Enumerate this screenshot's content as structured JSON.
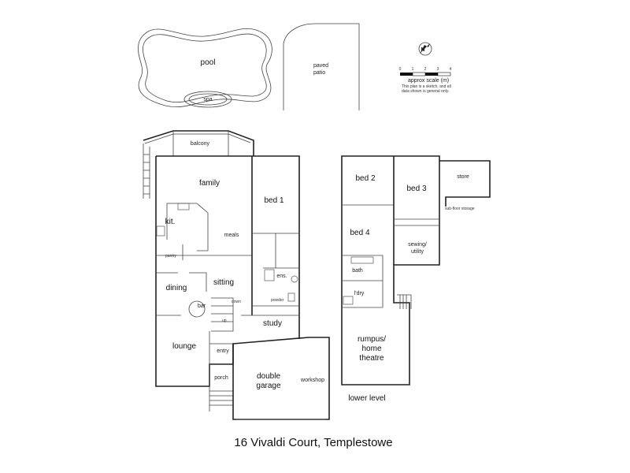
{
  "title": "16 Vivaldi Court, Templestowe",
  "outdoor": {
    "pool": "pool",
    "spa": "spa",
    "patio_line1": "paved",
    "patio_line2": "patio"
  },
  "scale": {
    "ticks": [
      "0",
      "1",
      "2",
      "3",
      "4"
    ],
    "caption": "approx  scale (m)",
    "disclaimer_line1": "This plan is a sketch, and all",
    "disclaimer_line2": "data shown is general only."
  },
  "upper": {
    "balcony": "balcony",
    "family": "family",
    "kitchen": "kit.",
    "meals": "meals",
    "pantry": "pantry",
    "bed1": "bed 1",
    "ensuite": "ens.",
    "powder": "powder",
    "dining": "dining",
    "sitting": "sitting",
    "bar": "bar",
    "down": "down",
    "up": "up",
    "lounge": "lounge",
    "study": "study",
    "entry": "entry",
    "porch": "porch",
    "garage_line1": "double",
    "garage_line2": "garage",
    "workshop": "workshop"
  },
  "lower": {
    "bed2": "bed 2",
    "bed3": "bed 3",
    "bed4": "bed 4",
    "store": "store",
    "subfloor": "sub-floor storage",
    "sewing_line1": "sewing/",
    "sewing_line2": "utility",
    "bath": "bath",
    "laundry": "l'dry",
    "rumpus_line1": "rumpus/",
    "rumpus_line2": "home",
    "rumpus_line3": "theatre",
    "level_label": "lower level"
  },
  "compass": {
    "north": "N"
  }
}
